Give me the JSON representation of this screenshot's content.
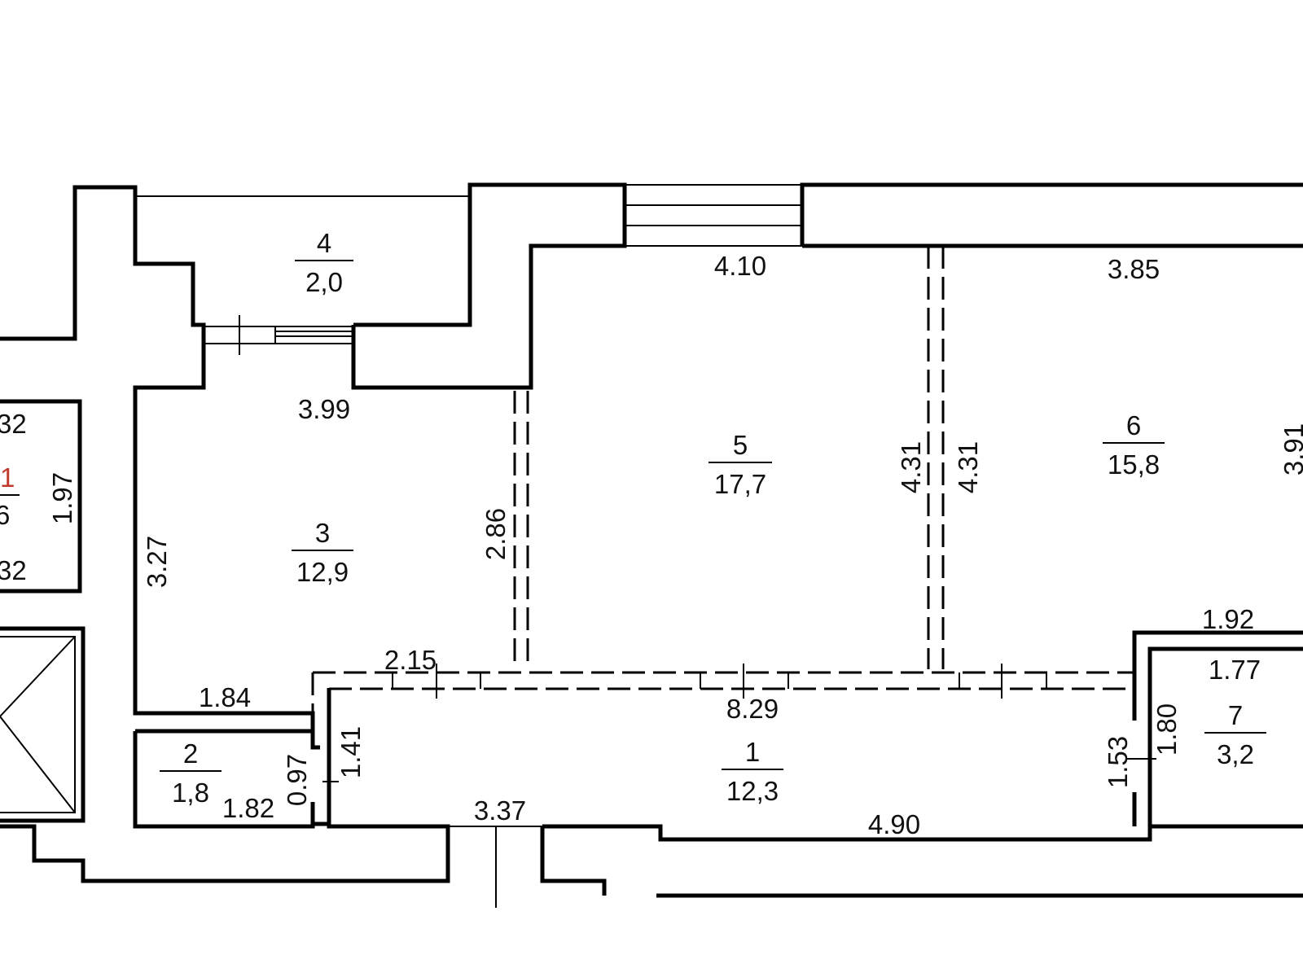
{
  "accent": "#c0392b",
  "rooms": [
    {
      "id": "1",
      "area": "12,3"
    },
    {
      "id": "2",
      "area": "1,8"
    },
    {
      "id": "3",
      "area": "12,9"
    },
    {
      "id": "4",
      "area": "2,0"
    },
    {
      "id": "5",
      "area": "17,7"
    },
    {
      "id": "6",
      "area": "15,8"
    },
    {
      "id": "7",
      "area": "3,2"
    }
  ],
  "neighbor": {
    "number": "1",
    "area_fragment": "6",
    "top": "32",
    "bottom": "32"
  },
  "dims": {
    "r4_bottom": "3.99",
    "r3_left": "3.27",
    "r3_right": "2.86",
    "r3_bottom": "2.15",
    "r3_base": "1.84",
    "r5_top": "4.10",
    "r5_right": "4.31",
    "r6_left": "4.31",
    "r6_top": "3.85",
    "r6_right": "3.91",
    "corridor_top": "8.29",
    "corridor_bottom": "4.90",
    "corridor_left": "1.41",
    "corridor_right": "1.53",
    "entrance": "3.37",
    "r2_width": "1.82",
    "r2_height": "0.97",
    "r7_top_outer": "1.92",
    "r7_top": "1.77",
    "r7_side": "1.80",
    "neighbor_side": "1.97"
  }
}
